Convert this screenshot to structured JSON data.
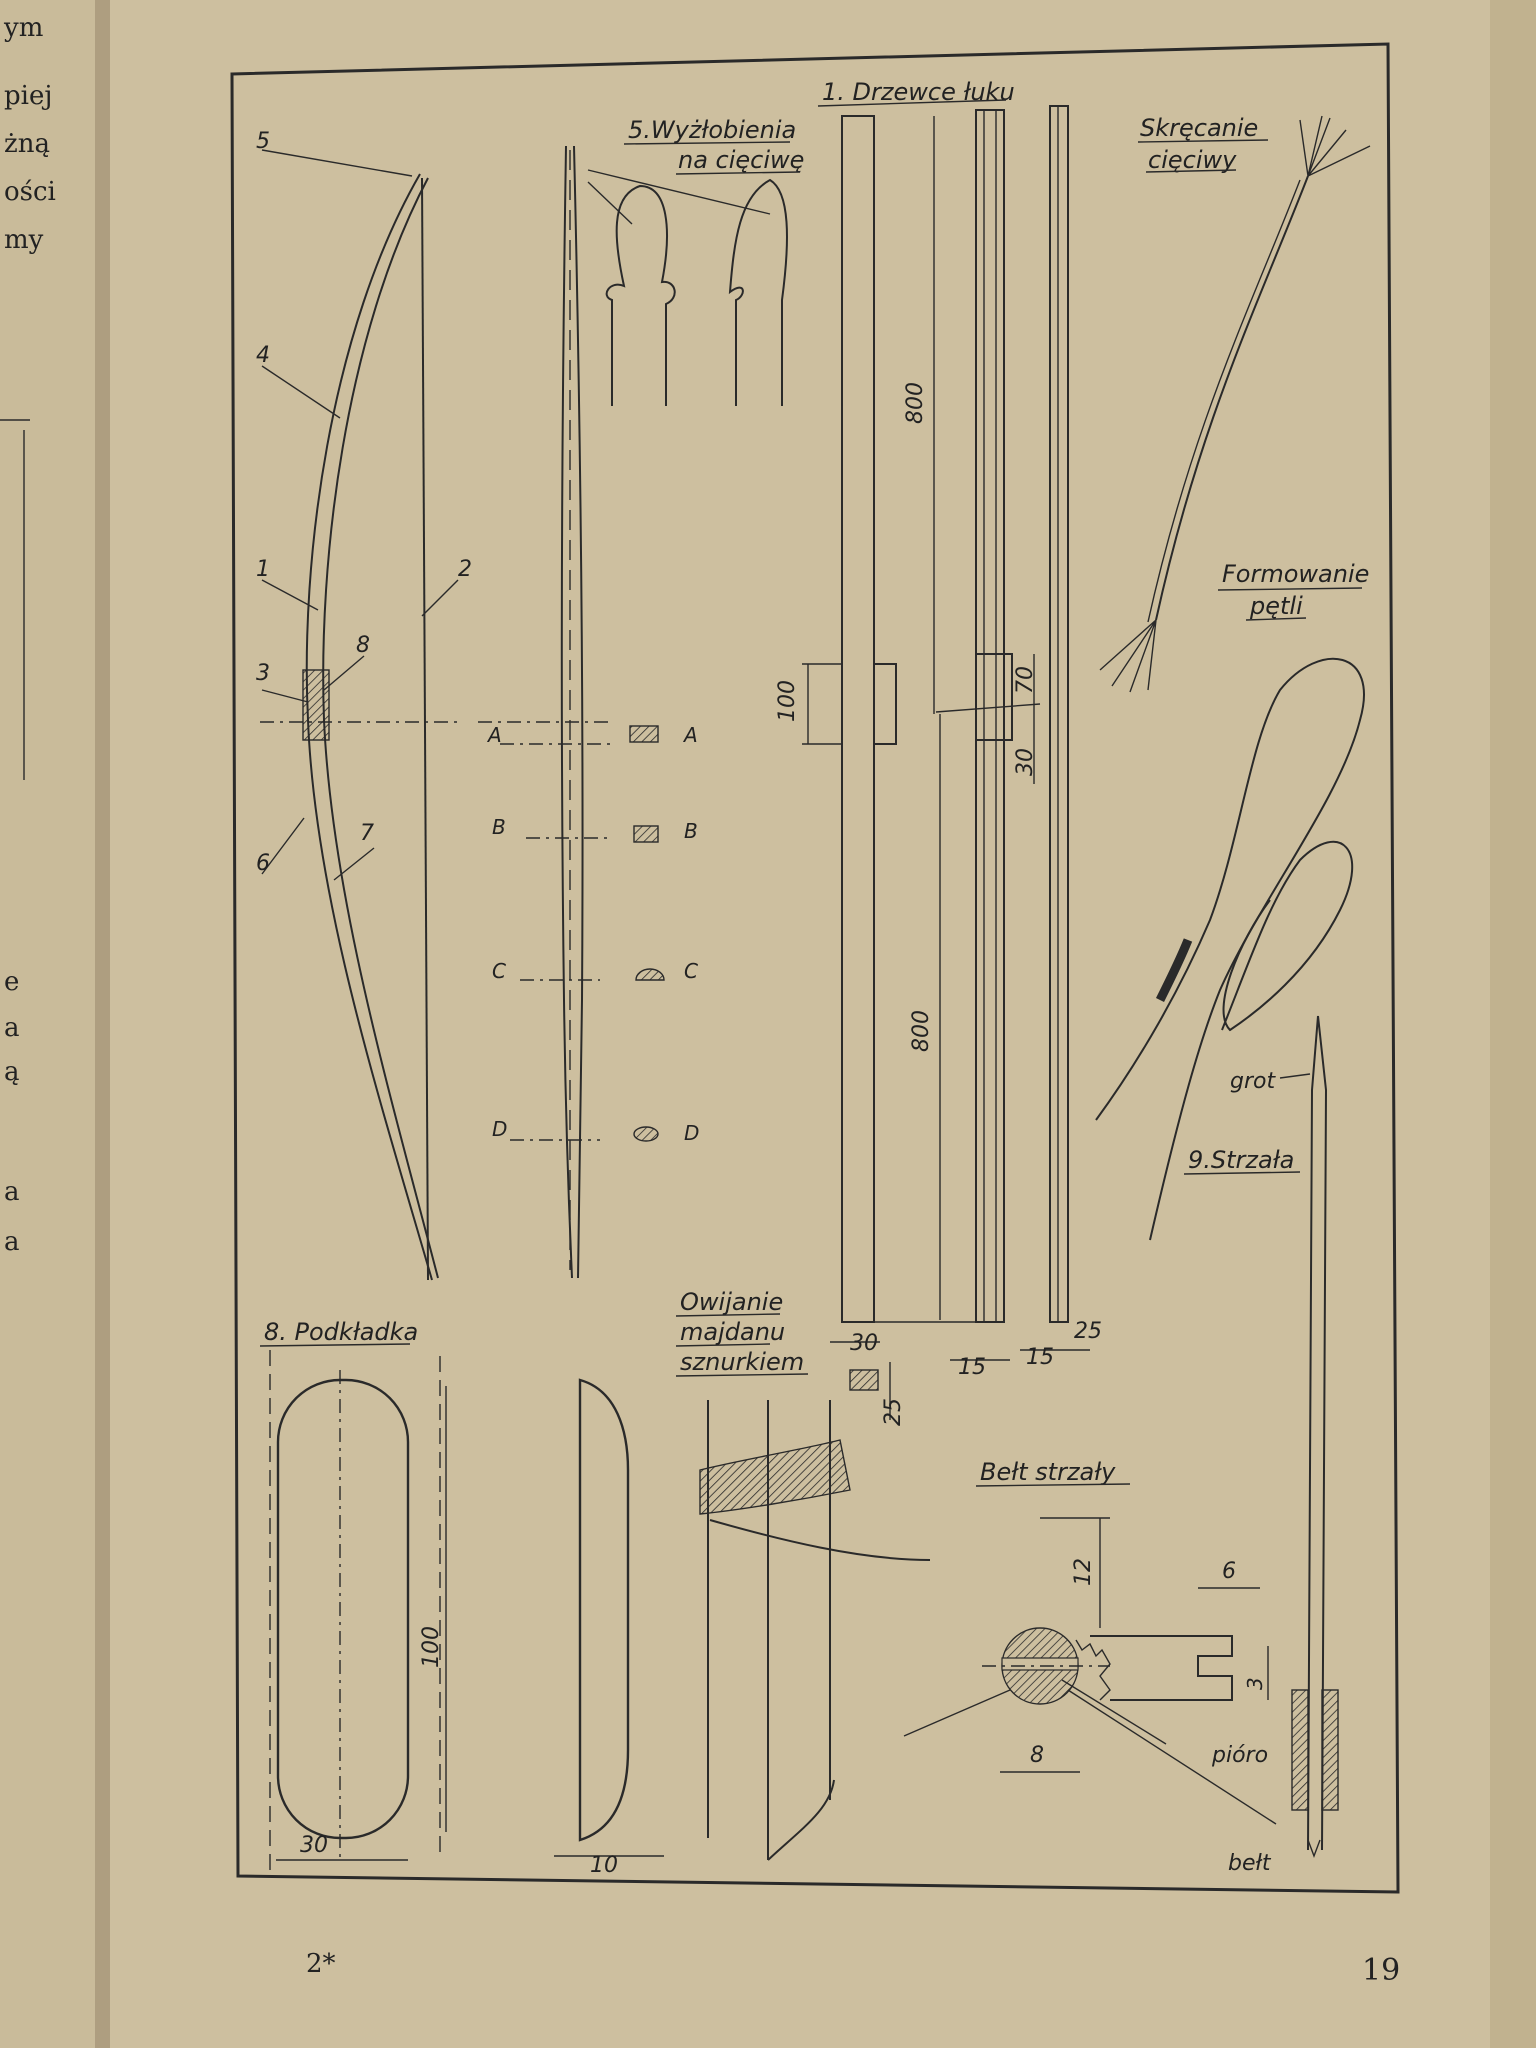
{
  "page": {
    "number": "19",
    "signature": "2*",
    "left_page_fragments": [
      "ym",
      "piej",
      "żną",
      "ości",
      "my",
      "e",
      "a",
      "ą",
      "a",
      "a"
    ]
  },
  "figures": {
    "drzewce": {
      "title": "1. Drzewce łuku",
      "dims": [
        "800",
        "800",
        "100",
        "70",
        "30",
        "30",
        "25",
        "15",
        "15",
        "25"
      ]
    },
    "wyzlobienia": {
      "title_line1": "5.Wyżłobienia",
      "title_line2": "na cięciwę"
    },
    "skrecanie": {
      "title_line1": "Skręcanie",
      "title_line2": "cięciwy"
    },
    "formowanie": {
      "title_line1": "Formowanie",
      "title_line2": "pętli"
    },
    "strzala": {
      "title": "9.Strzała",
      "grot": "grot",
      "pioro": "pióro",
      "belt": "bełt"
    },
    "podkladka": {
      "title": "8. Podkładka",
      "dims": [
        "100",
        "30",
        "10"
      ]
    },
    "owijanie": {
      "title_line1": "Owijanie",
      "title_line2": "majdanu",
      "title_line3": "sznurkiem"
    },
    "belt_strzaly": {
      "title": "Bełt strzały",
      "dims": [
        "12",
        "6",
        "3",
        "8"
      ]
    },
    "bow_parts": [
      "5",
      "4",
      "1",
      "2",
      "3",
      "8",
      "6",
      "7"
    ],
    "sections": [
      "A",
      "A",
      "B",
      "B",
      "C",
      "C",
      "D",
      "D"
    ]
  },
  "colors": {
    "paper": "#cdbf9f",
    "ink": "#2a2a2a",
    "page_edge": "#b9aa86"
  }
}
